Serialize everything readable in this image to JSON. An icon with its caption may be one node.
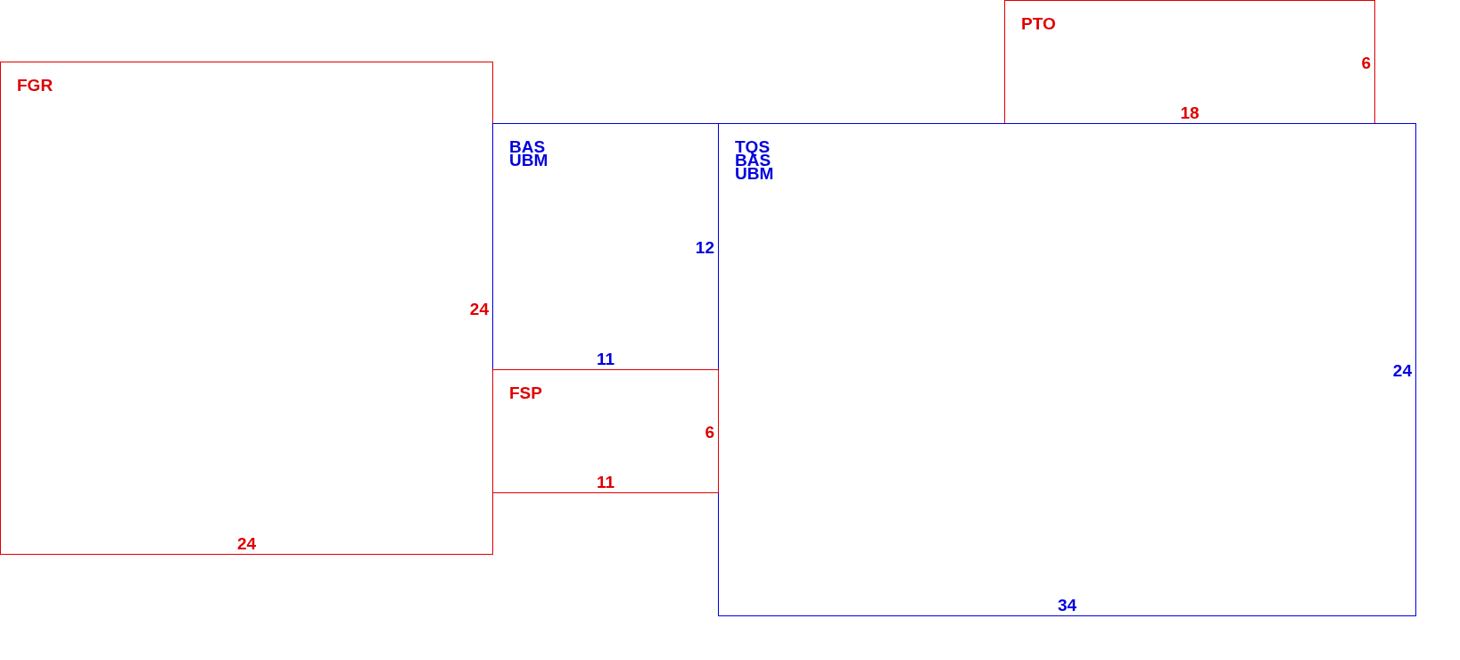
{
  "diagram": {
    "nodes": [
      {
        "text": [
          "FGR",
          "24",
          "24"
        ]
      },
      {
        "text": [
          "PTO",
          "6",
          "18"
        ]
      },
      {
        "text": [
          "BAS",
          "UBM",
          "12",
          "11"
        ]
      },
      {
        "text": [
          "TQS",
          "BAS",
          "UBM",
          "24",
          "34"
        ]
      },
      {
        "text": [
          "FSP",
          "6",
          "11"
        ]
      }
    ]
  }
}
